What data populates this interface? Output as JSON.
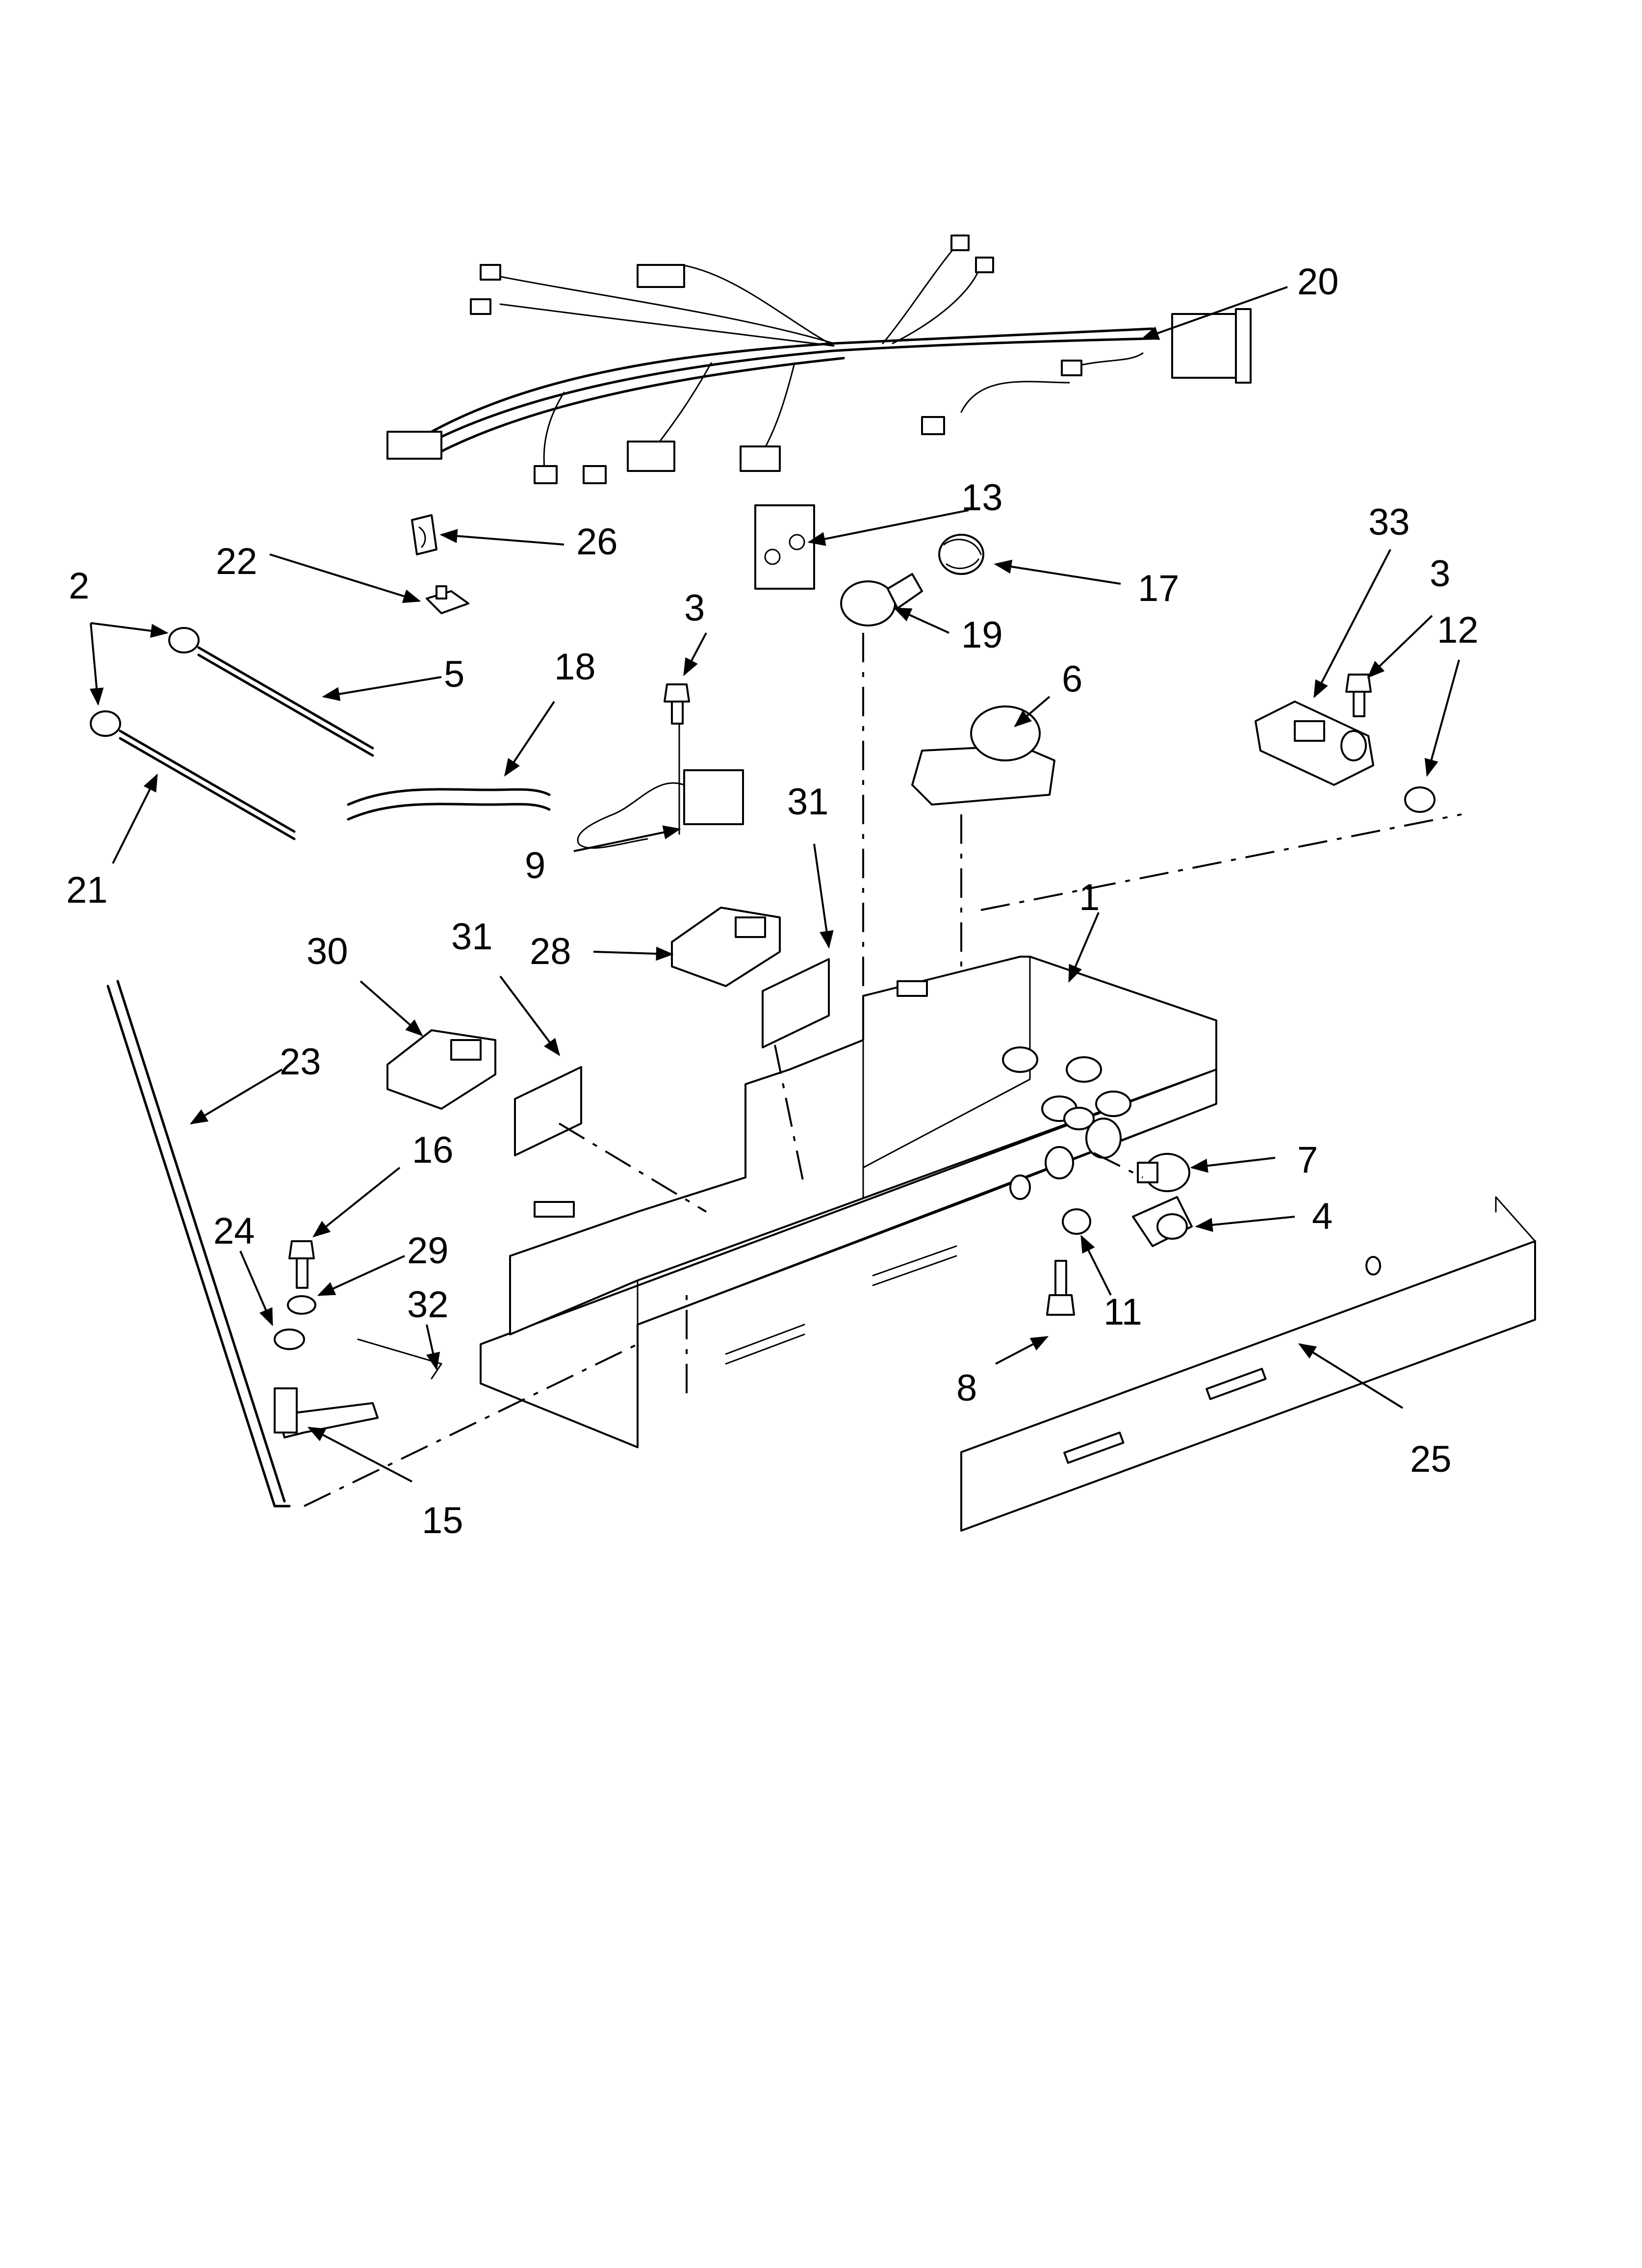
{
  "callouts": [
    "1",
    "2",
    "3",
    "3",
    "4",
    "5",
    "6",
    "7",
    "8",
    "9",
    "11",
    "12",
    "13",
    "15",
    "16",
    "17",
    "18",
    "19",
    "20",
    "21",
    "22",
    "23",
    "24",
    "25",
    "26",
    "28",
    "29",
    "30",
    "31",
    "31",
    "32",
    "33"
  ]
}
